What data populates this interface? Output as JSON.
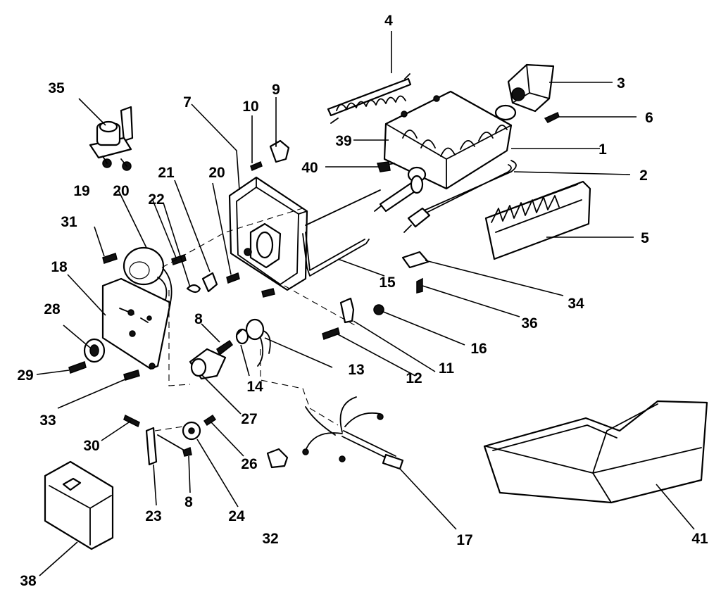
{
  "diagram": {
    "callouts": [
      {
        "id": "1",
        "text": "1"
      },
      {
        "id": "2",
        "text": "2"
      },
      {
        "id": "3",
        "text": "3"
      },
      {
        "id": "4",
        "text": "4"
      },
      {
        "id": "5",
        "text": "5"
      },
      {
        "id": "6",
        "text": "6"
      },
      {
        "id": "7",
        "text": "7"
      },
      {
        "id": "8a",
        "text": "8"
      },
      {
        "id": "8b",
        "text": "8"
      },
      {
        "id": "9",
        "text": "9"
      },
      {
        "id": "10",
        "text": "10"
      },
      {
        "id": "11",
        "text": "11"
      },
      {
        "id": "12",
        "text": "12"
      },
      {
        "id": "13",
        "text": "13"
      },
      {
        "id": "14",
        "text": "14"
      },
      {
        "id": "15",
        "text": "15"
      },
      {
        "id": "16",
        "text": "16"
      },
      {
        "id": "17",
        "text": "17"
      },
      {
        "id": "18",
        "text": "18"
      },
      {
        "id": "19",
        "text": "19"
      },
      {
        "id": "20a",
        "text": "20"
      },
      {
        "id": "20b",
        "text": "20"
      },
      {
        "id": "21",
        "text": "21"
      },
      {
        "id": "22",
        "text": "22"
      },
      {
        "id": "23",
        "text": "23"
      },
      {
        "id": "24",
        "text": "24"
      },
      {
        "id": "26",
        "text": "26"
      },
      {
        "id": "27",
        "text": "27"
      },
      {
        "id": "28",
        "text": "28"
      },
      {
        "id": "29",
        "text": "29"
      },
      {
        "id": "30",
        "text": "30"
      },
      {
        "id": "31",
        "text": "31"
      },
      {
        "id": "32",
        "text": "32"
      },
      {
        "id": "33",
        "text": "33"
      },
      {
        "id": "34",
        "text": "34"
      },
      {
        "id": "35",
        "text": "35"
      },
      {
        "id": "36",
        "text": "36"
      },
      {
        "id": "38",
        "text": "38"
      },
      {
        "id": "39",
        "text": "39"
      },
      {
        "id": "40",
        "text": "40"
      },
      {
        "id": "41",
        "text": "41"
      }
    ]
  }
}
